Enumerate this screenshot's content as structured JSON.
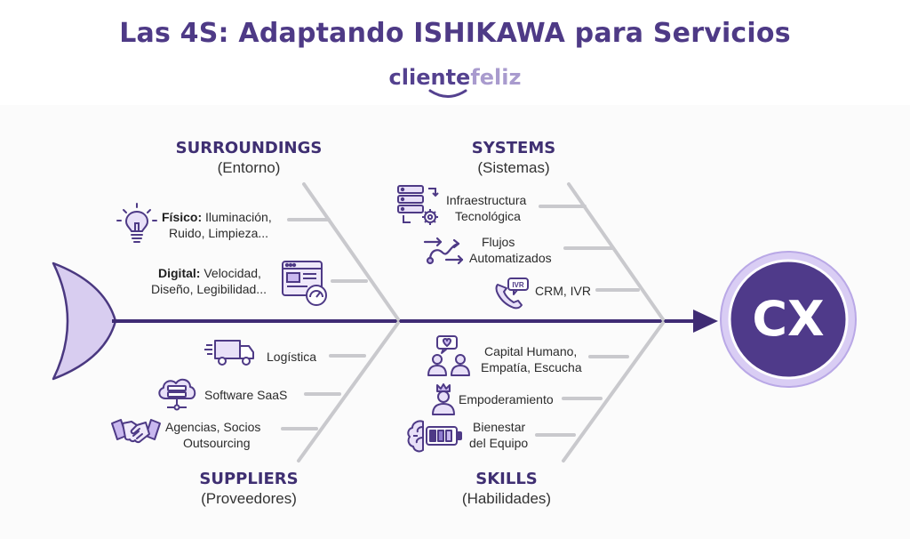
{
  "title": "Las 4S: Adaptando ISHIKAWA para Servicios",
  "brand": {
    "part1": "cliente",
    "part2": "feliz"
  },
  "effect": "CX",
  "categories": {
    "surroundings": {
      "name": "SURROUNDINGS",
      "sub": "(Entorno)",
      "items": [
        {
          "bold": "Físico:",
          "text1": "Iluminación,",
          "text2": "Ruido, Limpieza...",
          "icon": "lightbulb-icon"
        },
        {
          "bold": "Digital:",
          "text1": "Velocidad,",
          "text2": "Diseño, Legibilidad...",
          "icon": "web-dashboard-icon"
        }
      ]
    },
    "systems": {
      "name": "SYSTEMS",
      "sub": "(Sistemas)",
      "items": [
        {
          "text1": "Infraestructura",
          "text2": "Tecnológica",
          "icon": "server-gear-icon"
        },
        {
          "text1": "Flujos",
          "text2": "Automatizados",
          "icon": "flow-arrows-icon"
        },
        {
          "text1": "CRM, IVR",
          "icon": "phone-ivr-icon",
          "badge": "IVR"
        }
      ]
    },
    "suppliers": {
      "name": "SUPPLIERS",
      "sub": "(Proveedores)",
      "items": [
        {
          "text1": "Logística",
          "icon": "truck-icon"
        },
        {
          "text1": "Software SaaS",
          "icon": "cloud-server-icon"
        },
        {
          "text1": "Agencias, Socios",
          "text2": "Outsourcing",
          "icon": "handshake-icon"
        }
      ]
    },
    "skills": {
      "name": "SKILLS",
      "sub": "(Habilidades)",
      "items": [
        {
          "text1": "Capital Humano,",
          "text2": "Empatía, Escucha",
          "icon": "people-heart-icon"
        },
        {
          "text1": "Empoderamiento",
          "icon": "crowned-person-icon"
        },
        {
          "text1": "Bienestar",
          "text2": "del Equipo",
          "icon": "brain-battery-icon"
        }
      ]
    }
  },
  "colors": {
    "accent": "#4e3a86",
    "bone": "#c9c9cd",
    "spine": "#3f2c74",
    "tail": "#d8cdf0",
    "cx_fill": "#4f3a8a",
    "cx_ring": "#cdbff0"
  }
}
